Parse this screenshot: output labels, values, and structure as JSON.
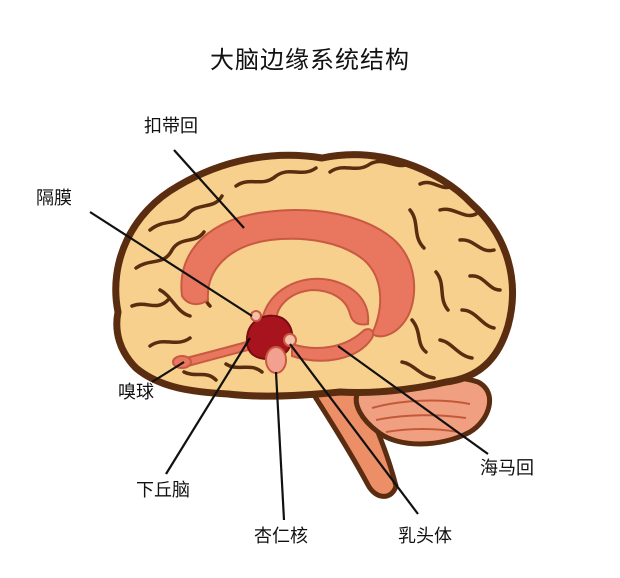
{
  "title": "大脑边缘系统结构",
  "labels": {
    "cingulate": "扣带回",
    "septum": "隔膜",
    "olfactory": "嗅球",
    "hypothalamus": "下丘脑",
    "amygdala": "杏仁核",
    "mammillary": "乳头体",
    "hippocampus": "海马回"
  },
  "colors": {
    "outline": "#5a2c10",
    "cortex": "#f6d08c",
    "cerebellum": "#f0a080",
    "brainstem": "#ec8e66",
    "limbic": "#e9765f",
    "hypothalamus_core": "#a8141e",
    "leader_line": "#111111"
  }
}
